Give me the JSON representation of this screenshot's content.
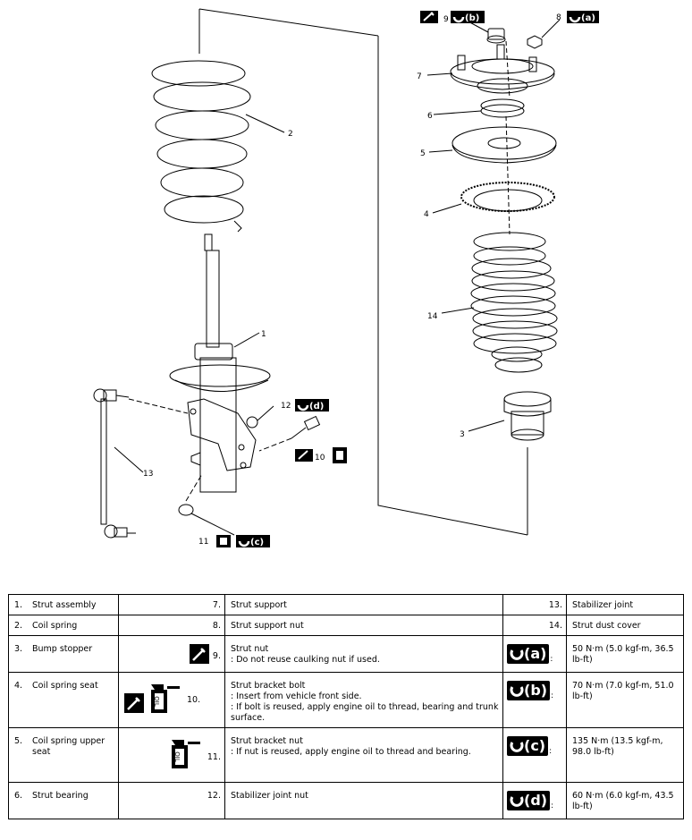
{
  "diagram": {
    "callouts": {
      "c1": "1",
      "c2": "2",
      "c3": "3",
      "c4": "4",
      "c5": "5",
      "c6": "6",
      "c7": "7",
      "c8": "8",
      "c9": "9",
      "c10": "10",
      "c11": "11",
      "c12": "12",
      "c13": "13",
      "c14": "14"
    },
    "badge_a": "(a)",
    "badge_b": "(b)",
    "badge_c": "(c)",
    "badge_d": "(d)",
    "oil_can_text": "OIL"
  },
  "legend": {
    "rows": [
      {
        "col1_num": "1.",
        "col1_label": "Strut assembly",
        "col2_num": "7.",
        "col2_label": "Strut support",
        "col3_num": "13.",
        "col3_label": "Stabilizer joint"
      },
      {
        "col1_num": "2.",
        "col1_label": "Coil spring",
        "col2_num": "8.",
        "col2_label": "Strut support nut",
        "col3_num": "14.",
        "col3_label": "Strut dust cover"
      },
      {
        "col1_num": "3.",
        "col1_label": "Bump stopper",
        "col2_num": "9.",
        "col2_label": "Strut nut",
        "col2_note1": ": Do not reuse caulking nut if used.",
        "col3_badge": "(a)",
        "col3_label": "50 N·m (5.0 kgf-m, 36.5 lb-ft)"
      },
      {
        "col1_num": "4.",
        "col1_label": "Coil spring seat",
        "col2_num": "10.",
        "col2_label": "Strut bracket bolt",
        "col2_note1": ": Insert from vehicle front side.",
        "col2_note2": ": If bolt is reused, apply engine oil to thread, bearing and trunk surface.",
        "col3_badge": "(b)",
        "col3_label": "70 N·m (7.0 kgf-m, 51.0 lb-ft)"
      },
      {
        "col1_num": "5.",
        "col1_label": "Coil spring upper seat",
        "col2_num": "11.",
        "col2_label": "Strut bracket nut",
        "col2_note1": ": If nut is reused, apply engine oil to thread and bearing.",
        "col3_badge": "(c)",
        "col3_label": "135 N·m (13.5 kgf-m, 98.0 lb-ft)"
      },
      {
        "col1_num": "6.",
        "col1_label": "Strut bearing",
        "col2_num": "12.",
        "col2_label": "Stabilizer joint nut",
        "col3_badge": "(d)",
        "col3_label": "60 N·m (6.0 kgf-m, 43.5 lb-ft)"
      }
    ]
  },
  "colors": {
    "ink": "#000000",
    "paper": "#ffffff"
  }
}
